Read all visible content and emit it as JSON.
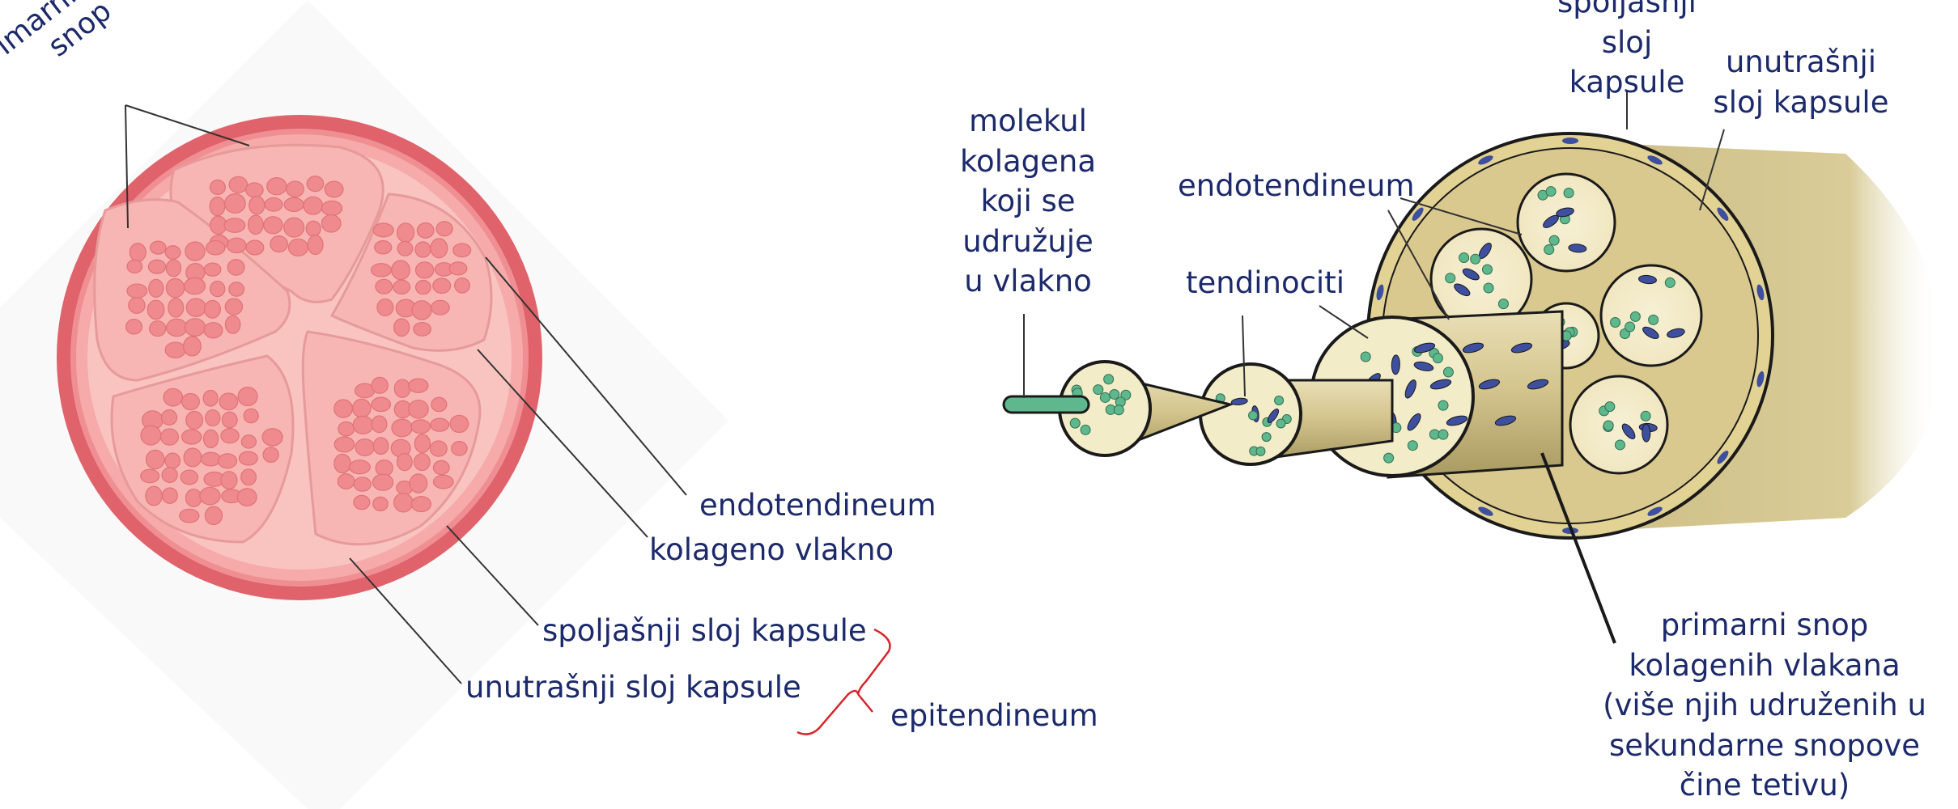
{
  "left_diagram": {
    "primary_bundle_label": [
      "primarni",
      "snop"
    ],
    "endotendineum_label": "endotendineum",
    "collagen_fiber_label": "kolageno vlakno",
    "outer_capsule_label": "spoljašnji sloj kapsule",
    "inner_capsule_label": "unutrašnji sloj kapsule",
    "epitendineum_label": "epitendineum"
  },
  "right_diagram": {
    "collagen_molecule_label": [
      "molekul",
      "kolagena",
      "koji se",
      "udružuje",
      "u vlakno"
    ],
    "tenocytes_label": "tendinociti",
    "endotendineum_label": "endotendineum",
    "outer_capsule_label": [
      "spoljašnji",
      "sloj",
      "kapsule"
    ],
    "inner_capsule_label": [
      "unutrašnji",
      "sloj kapsule"
    ],
    "primary_bundle_label": [
      "primarni snop",
      "kolagenih vlakana",
      "(više njih udruženih u",
      "sekundarne snopove",
      "čine tetivu)"
    ]
  },
  "colors": {
    "label_text": "#1c2a6b",
    "capsule_outer": "#e0626a",
    "capsule_inner": "#f6aaaa",
    "fiber": "#ef8a8e",
    "tendon_tan": "#d9c98e",
    "tendon_outline": "#1a1a1a",
    "fibril_green": "#5fb88d",
    "tenocyte_blue": "#3d4f9e",
    "brace_red": "#d9242b"
  }
}
